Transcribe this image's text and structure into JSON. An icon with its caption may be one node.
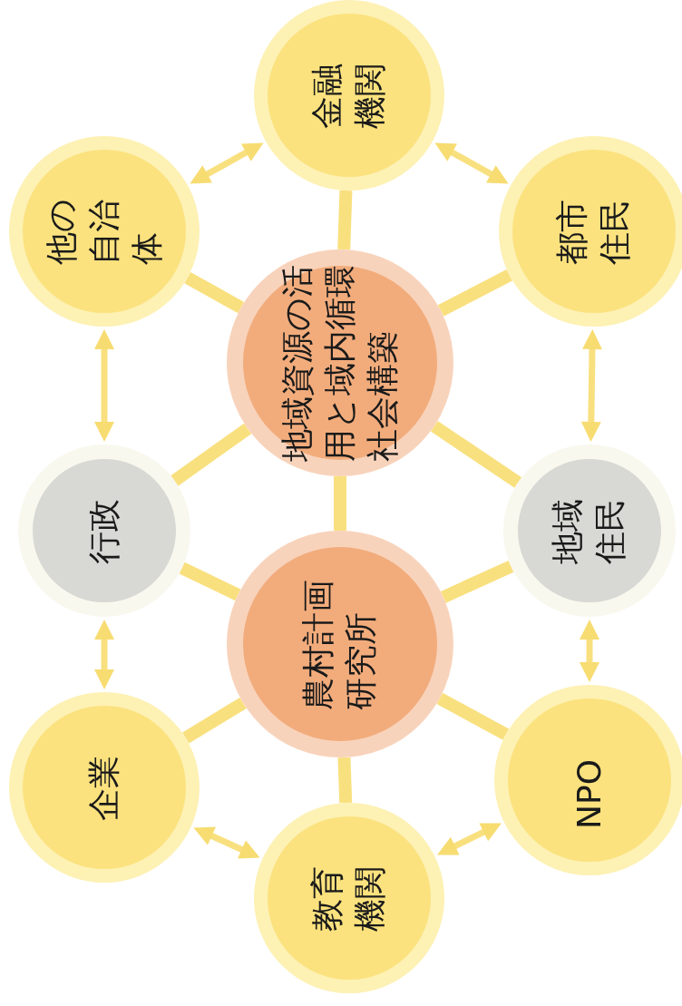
{
  "diagram": {
    "nodes": [
      {
        "text": [
          "金融機関"
        ]
      },
      {
        "text": [
          "他の自治体"
        ]
      },
      {
        "text": [
          "都市住民"
        ]
      },
      {
        "text": [
          "地域資源の活用と域内循環社会構築"
        ]
      },
      {
        "text": [
          "行政"
        ]
      },
      {
        "text": [
          "地域住民"
        ]
      },
      {
        "text": [
          "農村計画研究所"
        ]
      },
      {
        "text": [
          "企業"
        ]
      },
      {
        "text": [
          "NPO"
        ]
      },
      {
        "text": [
          "教育機関"
        ]
      }
    ],
    "edges": [
      {
        "from": 3,
        "to": 0,
        "arrow": "none"
      },
      {
        "from": 3,
        "to": 1,
        "arrow": "none"
      },
      {
        "from": 3,
        "to": 2,
        "arrow": "none"
      },
      {
        "from": 3,
        "to": 4,
        "arrow": "none"
      },
      {
        "from": 3,
        "to": 5,
        "arrow": "none"
      },
      {
        "from": 3,
        "to": 6,
        "arrow": "none"
      },
      {
        "from": 6,
        "to": 4,
        "arrow": "none"
      },
      {
        "from": 6,
        "to": 5,
        "arrow": "none"
      },
      {
        "from": 6,
        "to": 7,
        "arrow": "none"
      },
      {
        "from": 6,
        "to": 8,
        "arrow": "none"
      },
      {
        "from": 6,
        "to": 9,
        "arrow": "none"
      },
      {
        "from": 1,
        "to": 0,
        "arrow": "both"
      },
      {
        "from": 0,
        "to": 2,
        "arrow": "both"
      },
      {
        "from": 1,
        "to": 4,
        "arrow": "both"
      },
      {
        "from": 2,
        "to": 5,
        "arrow": "both"
      },
      {
        "from": 4,
        "to": 7,
        "arrow": "both"
      },
      {
        "from": 5,
        "to": 8,
        "arrow": "both"
      },
      {
        "from": 7,
        "to": 9,
        "arrow": "both"
      },
      {
        "from": 9,
        "to": 8,
        "arrow": "both"
      }
    ]
  }
}
